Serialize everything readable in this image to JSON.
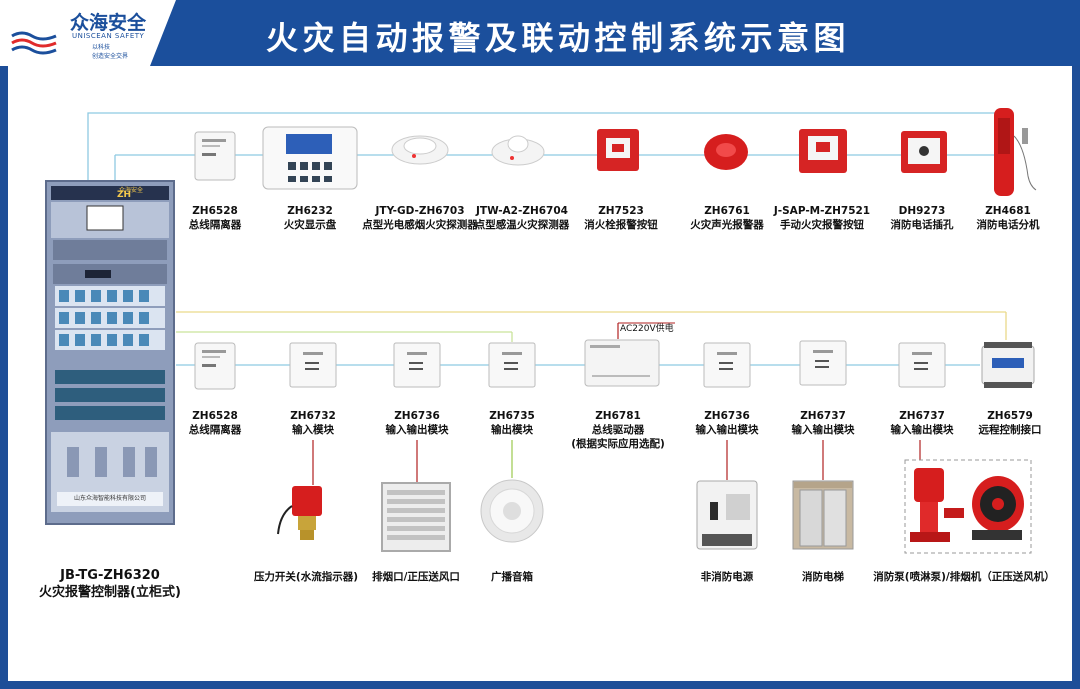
{
  "header": {
    "title": "火灾自动报警及联动控制系统示意图",
    "logo_cn": "众海安全",
    "logo_en": "UNISCEAN SAFETY",
    "logo_slogan_1": "以科技",
    "logo_slogan_2": "创造安全交界"
  },
  "colors": {
    "header_bg": "#1b4f9c",
    "line_blue": "#8ec9e2",
    "line_green": "#c9e39a",
    "line_yellow": "#e9d98a",
    "line_red": "#b02020"
  },
  "controller": {
    "model": "JB-TG-ZH6320",
    "name": "火灾报警控制器(立柜式)",
    "brand": "ZH",
    "brand_text": "众海安全",
    "nameplate": "山东众海智能科技有限公司"
  },
  "top_row": [
    {
      "model": "ZH6528",
      "name": "总线隔离器",
      "icon": "isolator-icon"
    },
    {
      "model": "ZH6232",
      "name": "火灾显示盘",
      "icon": "display-panel-icon"
    },
    {
      "model": "JTY-GD-ZH6703",
      "name": "点型光电感烟火灾探测器",
      "icon": "smoke-detector-icon"
    },
    {
      "model": "JTW-A2-ZH6704",
      "name": "点型感温火灾探测器",
      "icon": "heat-detector-icon"
    },
    {
      "model": "ZH7523",
      "name": "消火栓报警按钮",
      "icon": "hydrant-button-icon"
    },
    {
      "model": "ZH6761",
      "name": "火灾声光报警器",
      "icon": "sounder-strobe-icon"
    },
    {
      "model": "J-SAP-M-ZH7521",
      "name": "手动火灾报警按钮",
      "icon": "manual-call-point-icon"
    },
    {
      "model": "DH9273",
      "name": "消防电话插孔",
      "icon": "phone-jack-icon"
    },
    {
      "model": "ZH4681",
      "name": "消防电话分机",
      "icon": "fire-phone-icon"
    }
  ],
  "bottom_row": [
    {
      "model": "ZH6528",
      "name": "总线隔离器",
      "icon": "isolator-icon"
    },
    {
      "model": "ZH6732",
      "name": "输入模块",
      "icon": "input-module-icon"
    },
    {
      "model": "ZH6736",
      "name": "输入输出模块",
      "icon": "io-module-icon"
    },
    {
      "model": "ZH6735",
      "name": "输出模块",
      "icon": "output-module-icon"
    },
    {
      "model": "ZH6781",
      "name": "总线驱动器",
      "extra": "(根据实际应用选配)",
      "icon": "bus-driver-icon"
    },
    {
      "model": "ZH6736",
      "name": "输入输出模块",
      "icon": "io-module-icon"
    },
    {
      "model": "ZH6737",
      "name": "输入输出模块",
      "icon": "io-module-icon"
    },
    {
      "model": "ZH6737",
      "name": "输入输出模块",
      "icon": "io-module-icon"
    },
    {
      "model": "ZH6579",
      "name": "远程控制接口",
      "icon": "remote-interface-icon"
    }
  ],
  "power_label": "AC220V供电",
  "linked_devices": [
    {
      "name": "压力开关(水流指示器)",
      "icon": "pressure-switch-icon"
    },
    {
      "name": "排烟口/正压送风口",
      "icon": "smoke-vent-icon"
    },
    {
      "name": "广播音箱",
      "icon": "speaker-icon"
    },
    {
      "name": "非消防电源",
      "icon": "circuit-breaker-icon"
    },
    {
      "name": "消防电梯",
      "icon": "elevator-icon"
    },
    {
      "name": "消防泵(喷淋泵)/排烟机（正压送风机）",
      "icon": "pump-fan-icon"
    }
  ]
}
